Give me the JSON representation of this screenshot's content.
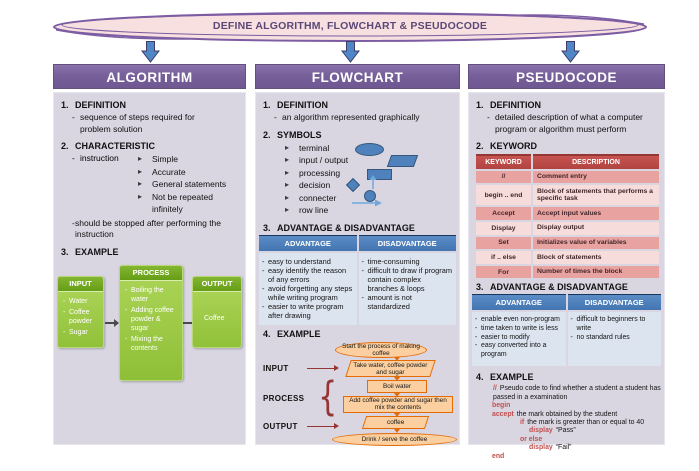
{
  "banner": {
    "title": "DEFINE ALGORITHM, FLOWCHART & PSEUDOCODE"
  },
  "algorithm": {
    "title": "ALGORITHM",
    "definition": {
      "num": "1.",
      "heading": "DEFINITION",
      "bullet": "sequence of steps required for problem solution"
    },
    "characteristic": {
      "num": "2.",
      "heading": "CHARACTERISTIC",
      "bullet1": "instruction",
      "arrow_items": [
        "Simple",
        "Accurate",
        "General statements",
        "Not be repeated infinitely"
      ],
      "bullet2": "should be stopped after performing the instruction"
    },
    "example": {
      "num": "3.",
      "heading": "EXAMPLE",
      "input": {
        "title": "INPUT",
        "items": [
          "Water",
          "Coffee powder",
          "Sugar"
        ]
      },
      "process": {
        "title": "PROCESS",
        "items": [
          "Boiling the water",
          "Adding coffee powder & sugar",
          "Mixing the contents"
        ]
      },
      "output": {
        "title": "OUTPUT",
        "value": "Coffee"
      }
    }
  },
  "flowchart": {
    "title": "FLOWCHART",
    "definition": {
      "num": "1.",
      "heading": "DEFINITION",
      "bullet": "an algorithm represented graphically"
    },
    "symbols": {
      "num": "2.",
      "heading": "SYMBOLS",
      "items": [
        "terminal",
        "input / output",
        "processing",
        "decision",
        "connecter",
        "row line"
      ]
    },
    "advantage": {
      "num": "3.",
      "heading": "ADVANTAGE & DISADVANTAGE",
      "adv_header": "ADVANTAGE",
      "dis_header": "DISADVANTAGE",
      "adv_items": [
        "easy to understand",
        "easy identify the reason of any errors",
        "avoid forgetting any steps while writing program",
        "easier to write program after drawing"
      ],
      "dis_items": [
        "time-consuming",
        "difficult to draw if program contain complex branches & loops",
        "amount is not standardized"
      ]
    },
    "example": {
      "num": "4.",
      "heading": "EXAMPLE",
      "labels": {
        "input": "INPUT",
        "process": "PROCESS",
        "output": "OUTPUT"
      },
      "steps": {
        "start": "Start the process of making coffee",
        "input": "Take water, coffee powder and sugar",
        "process1": "Boil water",
        "process2": "Add coffee powder and sugar then mix the contents",
        "output": "coffee",
        "end": "Drink / serve the coffee"
      }
    }
  },
  "pseudocode": {
    "title": "PSEUDOCODE",
    "definition": {
      "num": "1.",
      "heading": "DEFINITION",
      "bullet": "detailed description of what a computer program or algorithm must  perform"
    },
    "keyword": {
      "num": "2.",
      "heading": "KEYWORD",
      "col1": "KEYWORD",
      "col2": "DESCRIPTION",
      "rows": [
        {
          "k": "//",
          "d": "Comment entry"
        },
        {
          "k": "begin .. end",
          "d": "Block of statements  that performs a specific task"
        },
        {
          "k": "Accept",
          "d": "Accept input values"
        },
        {
          "k": "Display",
          "d": "Display output"
        },
        {
          "k": "Set",
          "d": "Initializes value of variables"
        },
        {
          "k": "if .. else",
          "d": "Block of statements"
        },
        {
          "k": "For",
          "d": "Number of times the block"
        }
      ]
    },
    "advantage": {
      "num": "3.",
      "heading": "ADVANTAGE & DISADVANTAGE",
      "adv_header": "ADVANTAGE",
      "dis_header": "DISADVANTAGE",
      "adv_items": [
        "enable even non-program",
        "time taken to  write  is less",
        "easier to modify",
        "easy converted into  a program"
      ],
      "dis_items": [
        "difficult to beginners to write",
        "no standard rules"
      ]
    },
    "example": {
      "num": "4.",
      "heading": "EXAMPLE",
      "code": [
        {
          "kw": "//",
          "text": "Pseudo code to find whether a student a student has passed in a examination"
        },
        {
          "kw": "begin",
          "text": ""
        },
        {
          "kw": "accept",
          "text": "the mark obtained by the student"
        },
        {
          "kw": "if",
          "text": "the mark is greater than or equal to 40"
        },
        {
          "kw": "display",
          "text": "“Pass”"
        },
        {
          "kw": "or else",
          "text": ""
        },
        {
          "kw": "display",
          "text": "“Fail”"
        },
        {
          "kw": "end",
          "text": ""
        }
      ]
    }
  },
  "colors": {
    "purple_header": "#77609a",
    "panel_bg": "#d9d6e2",
    "banner_fill": "#f7e0df",
    "banner_stroke": "#7c5ca2",
    "banner_text": "#5b4878",
    "arrow_blue": "#4e86c6",
    "symbol_blue": "#4f81bd",
    "table_blue_header": "#4a7ebc",
    "table_blue_body": "#dce4f0",
    "kw_header_red": "#bc4a47",
    "kw_row_dark": "#e8a3a0",
    "kw_row_light": "#f6dcda",
    "green_header": "#659d16",
    "green_body": "#8abc33",
    "orange_border": "#e36c09",
    "orange_fill": "#fbcf9f",
    "maroon_accent": "#963634",
    "code_keyword_red": "#c0504d"
  }
}
